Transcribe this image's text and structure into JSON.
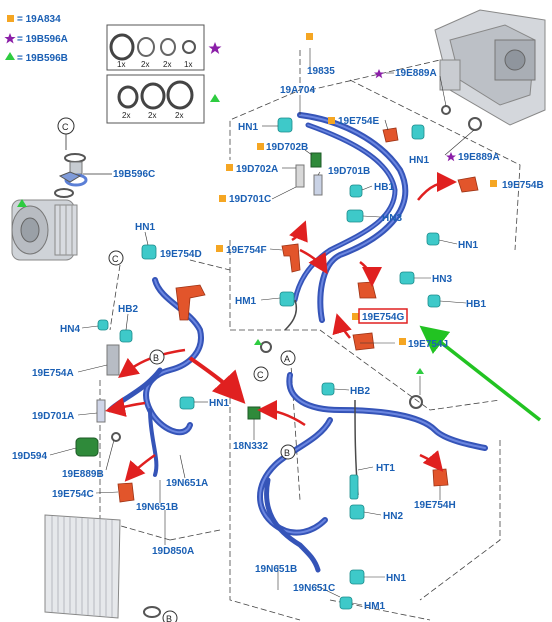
{
  "legend": [
    {
      "symbol": "square",
      "color": "#f5a623",
      "code": "= 19A834"
    },
    {
      "symbol": "star",
      "color": "#8b1fa8",
      "code": "= 19B596A"
    },
    {
      "symbol": "triangle",
      "color": "#2ecc40",
      "code": "= 19B596B"
    }
  ],
  "kit1": {
    "qty": [
      "1x",
      "2x",
      "2x",
      "1x"
    ]
  },
  "kit2": {
    "qty": [
      "2x",
      "2x",
      "2x"
    ]
  },
  "views": {
    "c1": "C",
    "c2": "C",
    "b1": "B",
    "a": "A",
    "c3": "C",
    "b2": "B",
    "c4": "B"
  },
  "labels": {
    "l19B596C": "19B596C",
    "l19835": "19835",
    "l19A704": "19A704",
    "l19E889A_1": "19E889A",
    "l19E889A_2": "19E889A",
    "lHN1_a": "HN1",
    "l19E754E": "19E754E",
    "l19D702B": "19D702B",
    "l19D702A": "19D702A",
    "l19D701B": "19D701B",
    "lHN1_b": "HN1",
    "lHB1_a": "HB1",
    "l19D701C": "19D701C",
    "l19E754B": "19E754B",
    "lHN3_a": "HN3",
    "lHN1_c": "HN1",
    "lHN1_d": "HN1",
    "l19E754D": "19E754D",
    "l19E754F": "19E754F",
    "lHN3_b": "HN3",
    "lHM1_a": "HM1",
    "lHB1_b": "HB1",
    "lHB2_a": "HB2",
    "lHN4": "HN4",
    "l19E754G": "19E754G",
    "l19E754J": "19E754J",
    "l19E754A": "19E754A",
    "lHB2_b": "HB2",
    "l19D701A": "19D701A",
    "lHN1_e": "HN1",
    "l18N332": "18N332",
    "l19D594": "19D594",
    "l19E889B": "19E889B",
    "lHT1": "HT1",
    "l19E754C": "19E754C",
    "l19N651A": "19N651A",
    "l19N651B_a": "19N651B",
    "l19E754H": "19E754H",
    "lHN2": "HN2",
    "l19D850A": "19D850A",
    "l19N651B_b": "19N651B",
    "lHN1_f": "HN1",
    "l19N651C": "19N651C",
    "lHM1_b": "HM1"
  }
}
